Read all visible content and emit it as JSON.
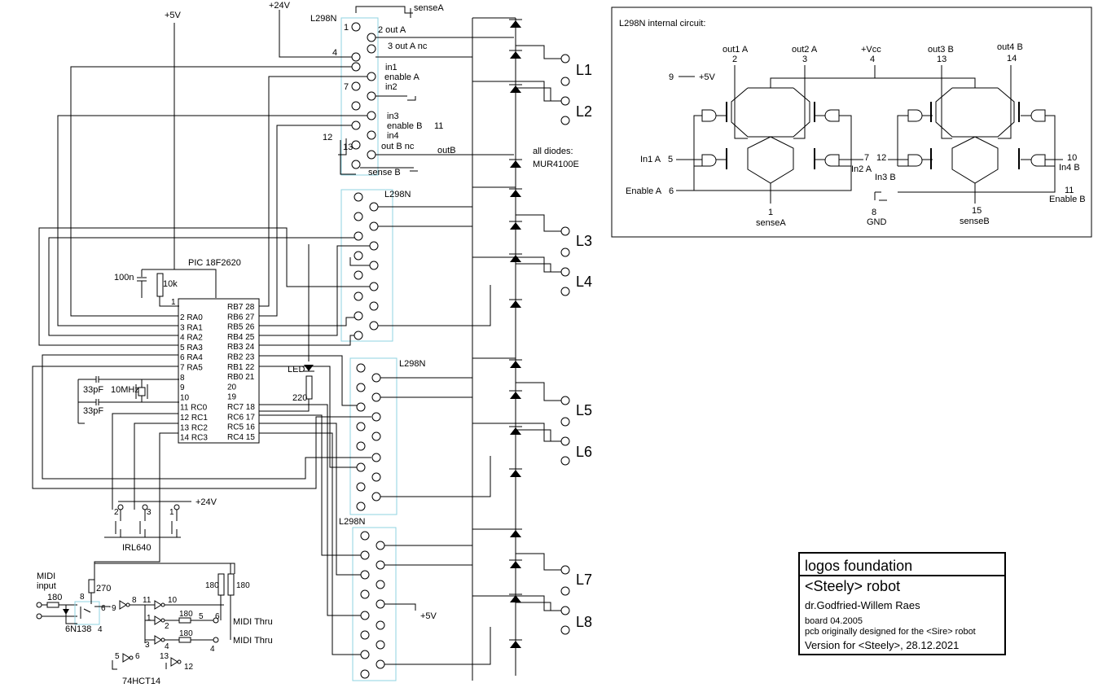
{
  "chip_u1": {
    "title": "L298N",
    "pin_1": "1",
    "out_a": "2 out A",
    "out_a_nc": "3 out A nc",
    "pin_4": "4",
    "in1": "in1",
    "enable_a": "enable A",
    "pin_7": "7",
    "in2": "in2",
    "in3": "in3",
    "enable_b": "enable B",
    "pin_11": "11",
    "in4": "in4",
    "pin_12": "12",
    "pin_13": "13",
    "out_b_nc": "out B nc",
    "out_b": "outB",
    "sense_a": "senseA",
    "sense_b": "sense B"
  },
  "chip_u2": {
    "title": "L298N"
  },
  "chip_u3": {
    "title": "L298N"
  },
  "chip_u4": {
    "title": "L298N"
  },
  "power": {
    "v5": "+5V",
    "v24": "+24V",
    "v24b": "+24V",
    "v5b": "+5V"
  },
  "diodes_note": {
    "line1": "all diodes:",
    "line2": "MUR4100E"
  },
  "loads": [
    "L1",
    "L2",
    "L3",
    "L4",
    "L5",
    "L6",
    "L7",
    "L8"
  ],
  "pic": {
    "title": "PIC 18F2620",
    "r10k": "10k",
    "c100n": "100n",
    "pin1": "1",
    "left": [
      "2 RA0",
      "3 RA1",
      "4 RA2",
      "5 RA3",
      "6 RA4",
      "7 RA5",
      "8",
      "9",
      "10",
      "11 RC0",
      "12 RC1",
      "13 RC2",
      "14 RC3"
    ],
    "right": [
      "RB7 28",
      "RB6 27",
      "RB5 26",
      "RB4 25",
      "RB3 24",
      "RB2 23",
      "RB1 22",
      "RB0 21",
      "20",
      "19",
      "RC7 18",
      "RC6 17",
      "RC5 16",
      "RC4 15"
    ],
    "c33a": "33pF",
    "c33b": "33pF",
    "xtal": "10MHz",
    "led": "LED",
    "r220": "220"
  },
  "mosfets": {
    "label": "IRL640",
    "p1": "1",
    "p2": "2",
    "p3": "3"
  },
  "midi": {
    "input_l1": "MIDI",
    "input_l2": "input",
    "r180": "180",
    "r270": "270",
    "r180b": "180",
    "r180c": "180",
    "r180d": "180",
    "r180e": "180",
    "opto": "6N138",
    "p8": "8",
    "p6": "6",
    "p4": "4",
    "p9": "9",
    "g8": "8",
    "g11": "11",
    "g10": "10",
    "g1": "1",
    "g2": "2",
    "g3": "3",
    "g4": "4",
    "o5": "5",
    "o6": "6",
    "o4": "4",
    "thru1": "MIDI Thru",
    "thru2": "MIDI Thru",
    "hct": "74HCT14",
    "s5": "5",
    "s6": "6",
    "s13": "13",
    "s12": "12"
  },
  "internal": {
    "title": "L298N internal circuit:",
    "out1": "out1 A",
    "n2": "2",
    "out2": "out2 A",
    "n3": "3",
    "vcc": "+Vcc",
    "n4": "4",
    "out3": "out3 B",
    "n13": "13",
    "out4": "out4 B",
    "n14": "14",
    "p9": "9",
    "p9v": "+5V",
    "in1": "In1 A",
    "n5": "5",
    "in2": "In2 A",
    "n7": "7",
    "n12": "12",
    "in3": "In3 B",
    "n10": "10",
    "in4": "In4 B",
    "ena": "Enable A",
    "n6": "6",
    "enb": "Enable B",
    "n11": "11",
    "n1": "1",
    "sensea": "senseA",
    "n8": "8",
    "gnd": "GND",
    "n15": "15",
    "senseb": "senseB"
  },
  "titleblock": {
    "org": "logos foundation",
    "project": "<Steely> robot",
    "author": "dr.Godfried-Willem Raes",
    "board": "board 04.2005",
    "origin": "pcb originally designed for the <Sire> robot",
    "version": "Version for <Steely>, 28.12.2021"
  }
}
